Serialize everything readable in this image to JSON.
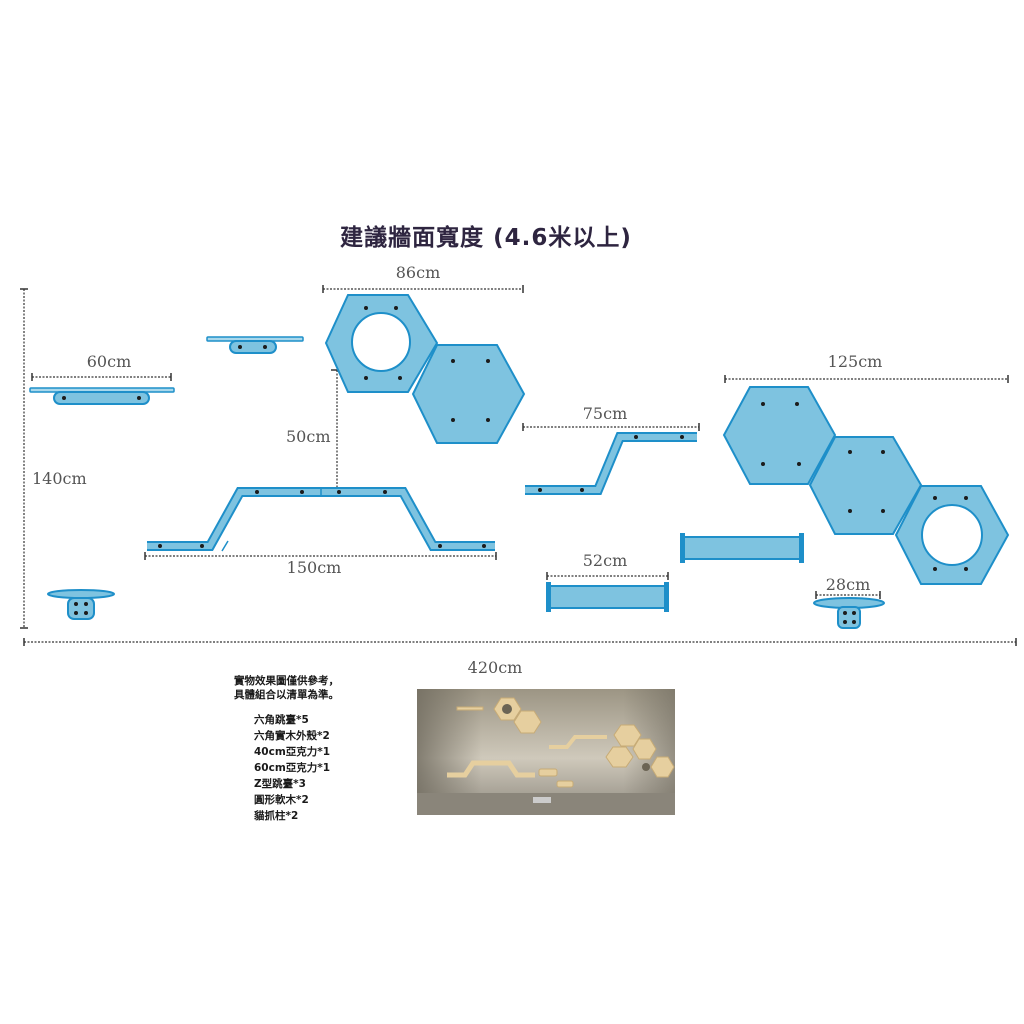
{
  "title": "建議牆面寬度 (4.6米以上)",
  "dimensions": {
    "d86": "86cm",
    "d60": "60cm",
    "d125": "125cm",
    "d75": "75cm",
    "d50": "50cm",
    "d140": "140cm",
    "d150": "150cm",
    "d52": "52cm",
    "d28": "28cm",
    "d420": "420cm"
  },
  "notes": {
    "line1": "實物效果圖僅供參考，",
    "line2": "具體組合以清單為準。"
  },
  "items": [
    "六角跳臺*5",
    "六角實木外殼*2",
    "40cm亞克力*1",
    "60cm亞克力*1",
    "Z型跳臺*3",
    "圓形軟木*2",
    "貓抓柱*2"
  ],
  "colors": {
    "fill": "#7ec3e0",
    "stroke": "#1e8fc9",
    "title": "#2e2540"
  }
}
